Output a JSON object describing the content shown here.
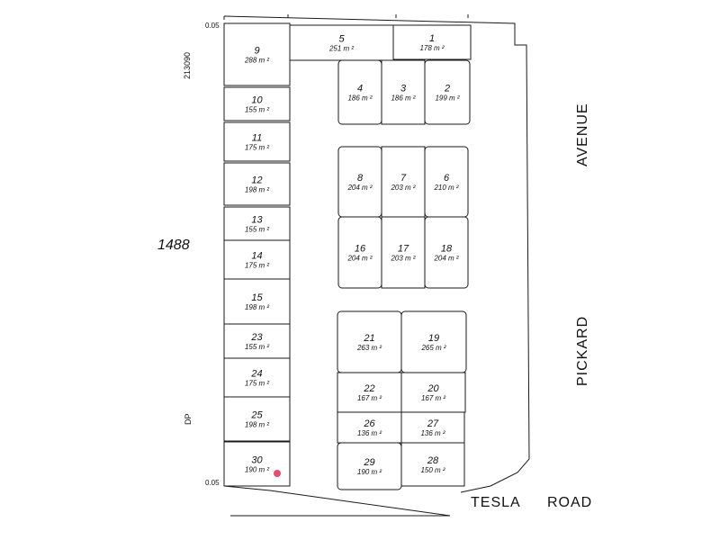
{
  "plan": {
    "roads": {
      "avenue": "AVENUE",
      "pickard": "PICKARD",
      "tesla": "TESLA",
      "road": "ROAD"
    },
    "dp_ref": {
      "number": "1488",
      "dp_prefix": "DP",
      "top_number": "213090"
    },
    "edge_marks": {
      "top": "0.05",
      "bottom": "0.05"
    },
    "marker_color": "#e0204a",
    "lots": [
      {
        "id": "9",
        "area": "288 m ²"
      },
      {
        "id": "5",
        "area": "251 m ²"
      },
      {
        "id": "1",
        "area": "178 m ²"
      },
      {
        "id": "4",
        "area": "186 m ²"
      },
      {
        "id": "3",
        "area": "186 m ²"
      },
      {
        "id": "2",
        "area": "199 m ²"
      },
      {
        "id": "10",
        "area": "155 m ²"
      },
      {
        "id": "11",
        "area": "175 m ²"
      },
      {
        "id": "12",
        "area": "198 m ²"
      },
      {
        "id": "13",
        "area": "155 m ²"
      },
      {
        "id": "14",
        "area": "175 m ²"
      },
      {
        "id": "15",
        "area": "198 m ²"
      },
      {
        "id": "23",
        "area": "155 m ²"
      },
      {
        "id": "24",
        "area": "175 m ²"
      },
      {
        "id": "25",
        "area": "198 m ²"
      },
      {
        "id": "30",
        "area": "190 m ²"
      },
      {
        "id": "8",
        "area": "204 m ²"
      },
      {
        "id": "7",
        "area": "203 m ²"
      },
      {
        "id": "6",
        "area": "210 m ²"
      },
      {
        "id": "16",
        "area": "204 m ²"
      },
      {
        "id": "17",
        "area": "203 m ²"
      },
      {
        "id": "18",
        "area": "204 m ²"
      },
      {
        "id": "21",
        "area": "263 m ²"
      },
      {
        "id": "19",
        "area": "265 m ²"
      },
      {
        "id": "22",
        "area": "167 m ²"
      },
      {
        "id": "20",
        "area": "167 m ²"
      },
      {
        "id": "26",
        "area": "136 m ²"
      },
      {
        "id": "27",
        "area": "136 m ²"
      },
      {
        "id": "29",
        "area": "190 m ²"
      },
      {
        "id": "28",
        "area": "150 m ²"
      }
    ]
  }
}
